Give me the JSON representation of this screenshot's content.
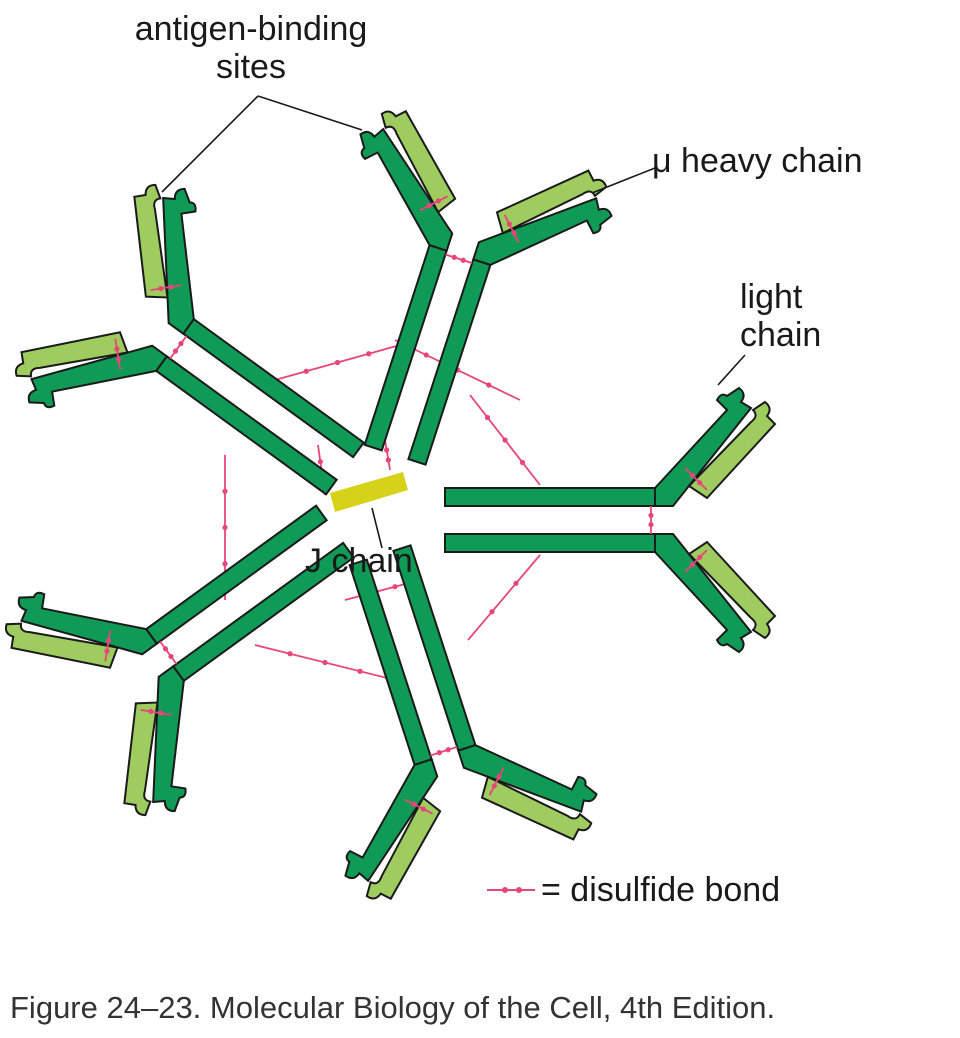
{
  "labels": {
    "antigen_binding_line1": "antigen-binding",
    "antigen_binding_line2": "sites",
    "mu_heavy_chain": "μ heavy chain",
    "light_chain_line1": "light",
    "light_chain_line2": "chain",
    "j_chain": "J chain",
    "legend_text": "= disulfide bond"
  },
  "caption": "Figure 24–23. Molecular Biology of the Cell, 4th Edition.",
  "colors": {
    "heavy_chain": "#0f9a55",
    "light_chain": "#9fcc5f",
    "outline": "#1a1a1a",
    "disulfide_bond": "#e8457a",
    "j_chain": "#d6d21a"
  },
  "structure": {
    "antibody_units": 5,
    "arrangement": "pentamer"
  }
}
